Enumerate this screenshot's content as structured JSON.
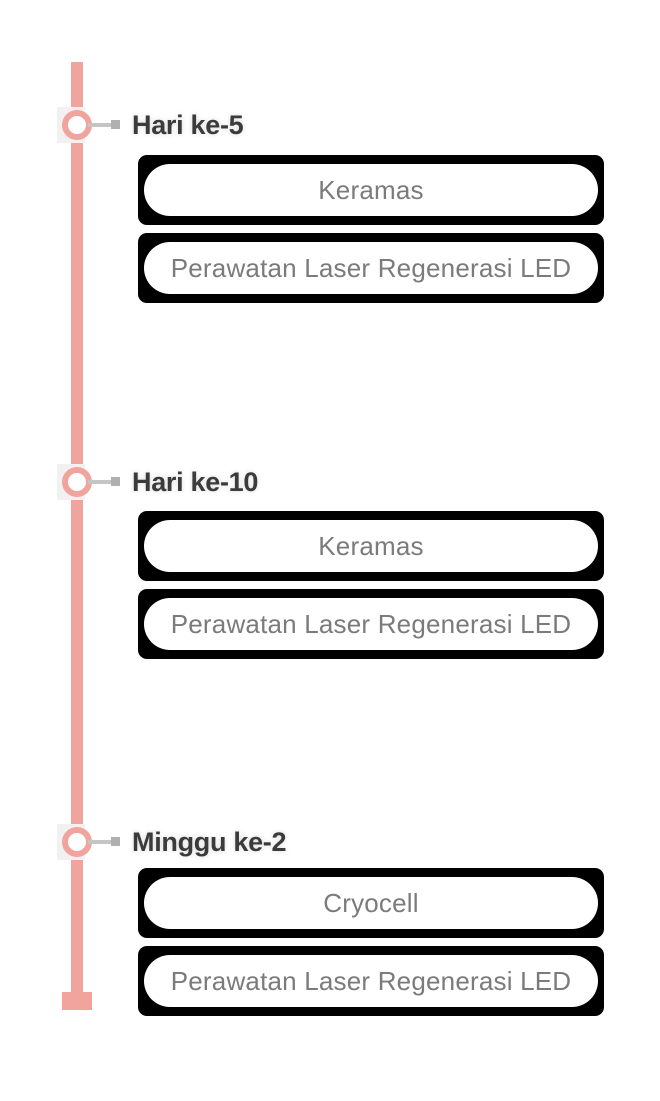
{
  "timeline": {
    "accent_color": "#f1a49d",
    "connector_color": "#c5c5c5",
    "card_border_color": "#000000",
    "card_text_color": "#7b7b7b",
    "label_text_color": "#3b3b3b",
    "sections": [
      {
        "label": "Hari ke-5",
        "items": [
          "Keramas",
          "Perawatan Laser Regenerasi LED"
        ]
      },
      {
        "label": "Hari ke-10",
        "items": [
          "Keramas",
          "Perawatan Laser Regenerasi LED"
        ]
      },
      {
        "label": "Minggu ke-2",
        "items": [
          "Cryocell",
          "Perawatan Laser Regenerasi LED"
        ]
      }
    ]
  }
}
